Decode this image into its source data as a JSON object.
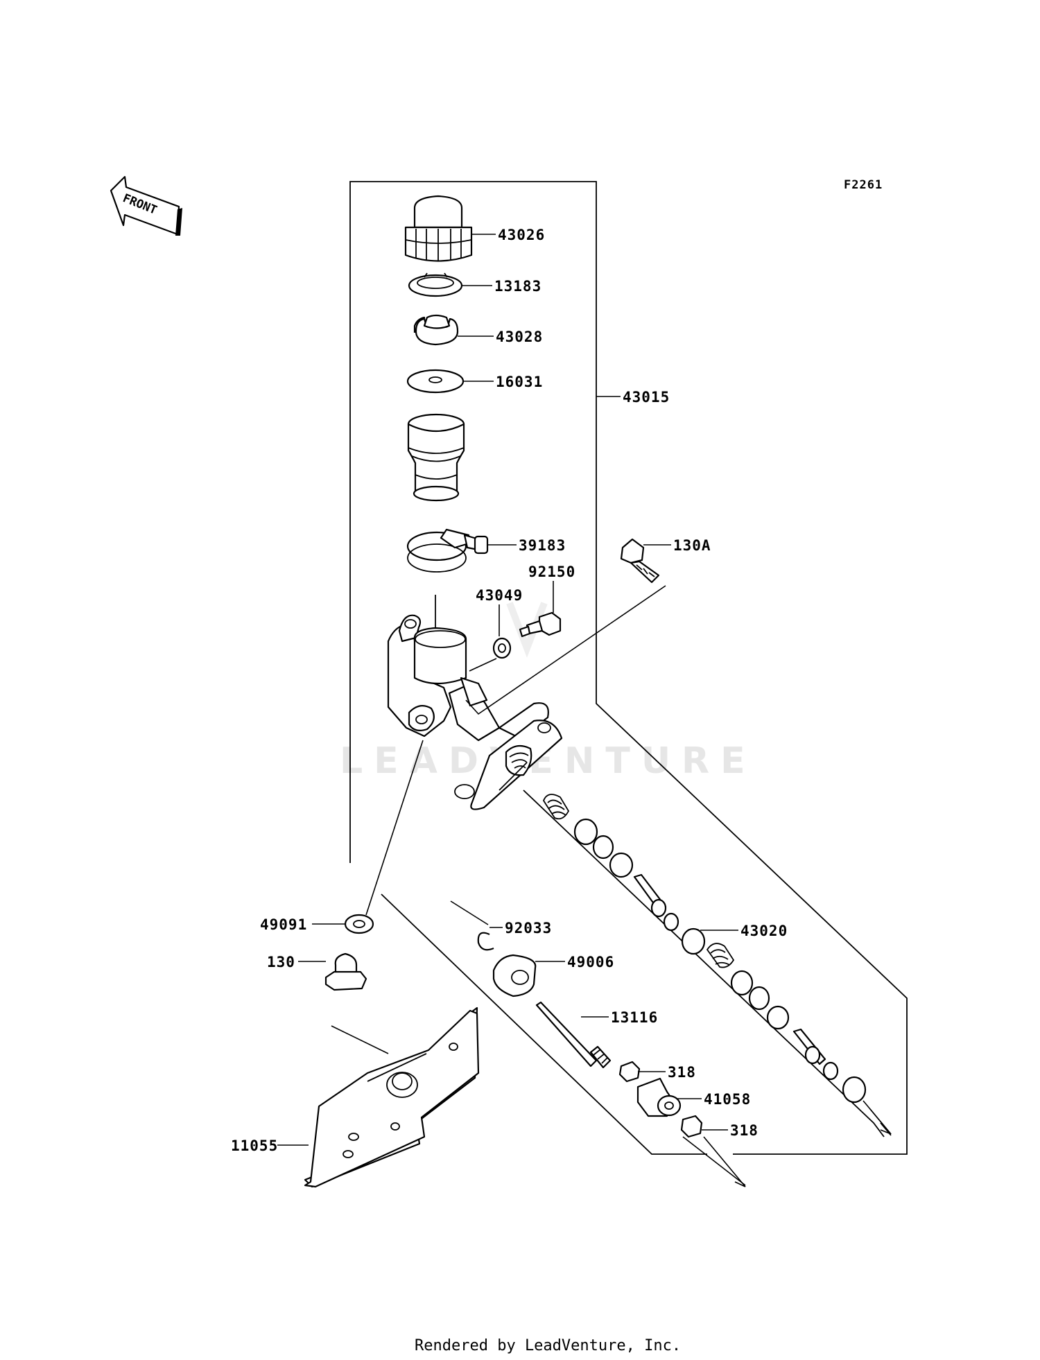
{
  "figure_ref": "F2261",
  "orientation": {
    "text": "FRONT",
    "icon": "front-arrow-icon"
  },
  "watermark": "LEADVENTURE",
  "footer": "Rendered by LeadVenture, Inc.",
  "callouts": [
    {
      "id": "43026",
      "label": "43026"
    },
    {
      "id": "13183",
      "label": "13183"
    },
    {
      "id": "43028",
      "label": "43028"
    },
    {
      "id": "16031",
      "label": "16031"
    },
    {
      "id": "43015",
      "label": "43015"
    },
    {
      "id": "39183",
      "label": "39183"
    },
    {
      "id": "130A",
      "label": "130A"
    },
    {
      "id": "92150",
      "label": "92150"
    },
    {
      "id": "43049",
      "label": "43049"
    },
    {
      "id": "49091",
      "label": "49091"
    },
    {
      "id": "92033",
      "label": "92033"
    },
    {
      "id": "43020",
      "label": "43020"
    },
    {
      "id": "130",
      "label": "130"
    },
    {
      "id": "49006",
      "label": "49006"
    },
    {
      "id": "13116",
      "label": "13116"
    },
    {
      "id": "318a",
      "label": "318"
    },
    {
      "id": "41058",
      "label": "41058"
    },
    {
      "id": "318b",
      "label": "318"
    },
    {
      "id": "11055",
      "label": "11055"
    }
  ]
}
